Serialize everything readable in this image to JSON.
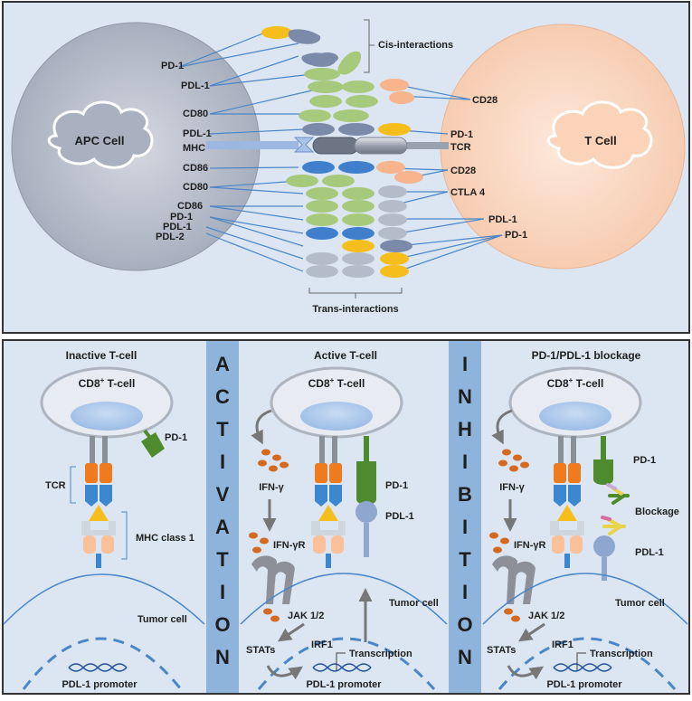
{
  "top_panel": {
    "apc_cell": "APC Cell",
    "t_cell": "T Cell",
    "cis_label": "Cis-interactions",
    "trans_label": "Trans-interactions",
    "left_labels": [
      "PD-1",
      "PDL-1",
      "CD80",
      "PDL-1",
      "MHC",
      "CD86",
      "CD80",
      "CD86",
      "PD-1",
      "PDL-1",
      "PDL-2"
    ],
    "right_labels": [
      "CD28",
      "PD-1",
      "TCR",
      "CD28",
      "CTLA 4",
      "PDL-1",
      "PD-1"
    ]
  },
  "bottom_panel": {
    "inactive": {
      "title": "Inactive T-cell",
      "cell": "CD8",
      "cell_sup": "+",
      "cell_suffix": " T-cell",
      "pd1": "PD-1",
      "tcr": "TCR",
      "mhc": "MHC class 1",
      "tumor": "Tumor cell",
      "promoter": "PDL-1 promoter"
    },
    "activation_letters": [
      "A",
      "C",
      "T",
      "I",
      "V",
      "A",
      "T",
      "I",
      "O",
      "N"
    ],
    "active": {
      "title": "Active T-cell",
      "cell": "CD8",
      "cell_sup": "+",
      "cell_suffix": " T-cell",
      "ifn": "IFN-γ",
      "ifnr": "IFN-γR",
      "jak": "JAK 1/2",
      "stats": "STATs",
      "irf1": "IRF1",
      "pd1": "PD-1",
      "pdl1": "PDL-1",
      "tumor": "Tumor cell",
      "transcription": "Transcription",
      "promoter": "PDL-1 promoter"
    },
    "inhibition_letters": [
      "I",
      "N",
      "H",
      "I",
      "B",
      "I",
      "T",
      "I",
      "O",
      "N"
    ],
    "blockage": {
      "title": "PD-1/PDL-1 blockage",
      "cell": "CD8",
      "cell_sup": "+",
      "cell_suffix": " T-cell",
      "ifn": "IFN-γ",
      "ifnr": "IFN-γR",
      "jak": "JAK 1/2",
      "stats": "STATs",
      "irf1": "IRF1",
      "pd1": "PD-1",
      "blockage": "Blockage",
      "pdl1": "PDL-1",
      "tumor": "Tumor cell",
      "transcription": "Transcription",
      "promoter": "PDL-1 promoter"
    }
  },
  "colors": {
    "panel_bg": "#dce6f2",
    "apc": "#a9b1c0",
    "tcell": "#fbd3b8",
    "line_blue": "#4a86c8",
    "yellow": "#f6be1c",
    "green": "#a6c97c",
    "navy_grey": "#7b8aa8",
    "orange": "#f8b48c",
    "blue": "#3f7fcc",
    "light_grey": "#b4bcca",
    "divider_band": "#8fb4dc",
    "tcr_orange": "#f07a1e",
    "tcr_blue": "#3c86cf",
    "pd1_green": "#4e8a2e",
    "ifn_dot": "#d4691f"
  }
}
